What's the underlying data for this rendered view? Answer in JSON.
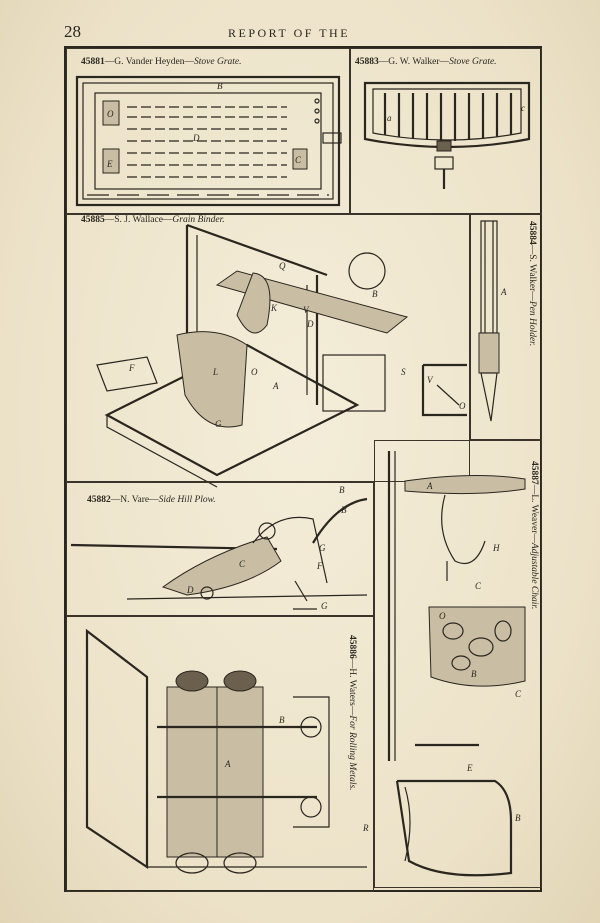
{
  "header": {
    "page_number": "28",
    "running_title": "REPORT OF THE"
  },
  "figures": [
    {
      "number": "45881",
      "caption": "—G. Vander Heyden—",
      "title": "Stove Grate.",
      "letters": [
        "B",
        "D",
        "O",
        "C",
        "E"
      ]
    },
    {
      "number": "45883",
      "caption": "—G. W. Walker—",
      "title": "Stove Grate.",
      "letters": [
        "a",
        "c"
      ]
    },
    {
      "number": "45885",
      "caption": "—S. J. Wallace—",
      "title": "Grain Binder.",
      "letters": [
        "Q",
        "B",
        "K",
        "V",
        "D",
        "F",
        "L",
        "O",
        "A",
        "G",
        "S",
        "V",
        "O"
      ]
    },
    {
      "number": "45884",
      "caption": "—S. Walker—",
      "title": "Pen Holder.",
      "letters": [
        "A"
      ]
    },
    {
      "number": "45882",
      "caption": "—N. Vare—",
      "title": "Side Hill Plow.",
      "letters": [
        "B",
        "B",
        "C",
        "G",
        "F",
        "D",
        "G"
      ]
    },
    {
      "number": "45887",
      "caption": "—L. Weaver—",
      "title": "Adjustable Chair.",
      "letters": [
        "A",
        "H",
        "C",
        "O",
        "B",
        "C",
        "E",
        "B"
      ]
    },
    {
      "number": "45886",
      "caption": "—H. Waters—",
      "title": "For Rolling Metals.",
      "letters": [
        "A",
        "B",
        "R"
      ]
    }
  ]
}
